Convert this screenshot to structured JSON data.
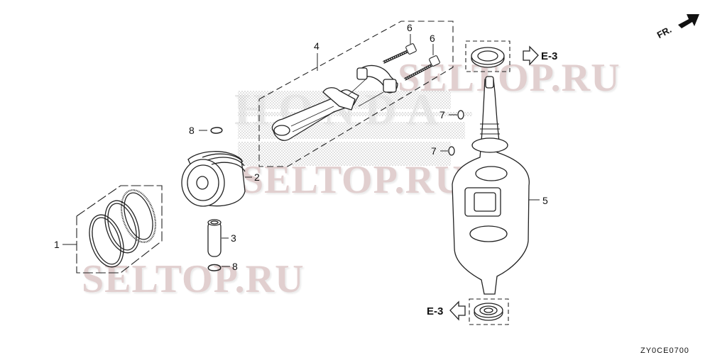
{
  "diagram": {
    "type": "exploded parts diagram",
    "subject": "piston / connecting rod / crankshaft assembly",
    "direction_indicator": {
      "label": "FR.",
      "icon": "arrow-up-right-icon"
    },
    "diagram_code": "ZY0CE0700",
    "watermarks": [
      "SELTOP.RU",
      "SELTOP.RU",
      "SELTOP.RU",
      "HONDA"
    ],
    "references": [
      {
        "label": "E-3",
        "direction": "right",
        "attached_to": "upper oil seal"
      },
      {
        "label": "E-3",
        "direction": "left",
        "attached_to": "lower oil seal"
      }
    ],
    "callouts": [
      {
        "number": "1",
        "part": "piston ring set"
      },
      {
        "number": "2",
        "part": "piston"
      },
      {
        "number": "3",
        "part": "piston pin"
      },
      {
        "number": "4",
        "part": "connecting rod assembly"
      },
      {
        "number": "5",
        "part": "crankshaft"
      },
      {
        "number": "6",
        "part": "connecting rod bolt"
      },
      {
        "number": "6",
        "part": "connecting rod bolt"
      },
      {
        "number": "7",
        "part": "woodruff key"
      },
      {
        "number": "7",
        "part": "woodruff key"
      },
      {
        "number": "8",
        "part": "piston pin clip"
      },
      {
        "number": "8",
        "part": "piston pin clip"
      }
    ]
  }
}
